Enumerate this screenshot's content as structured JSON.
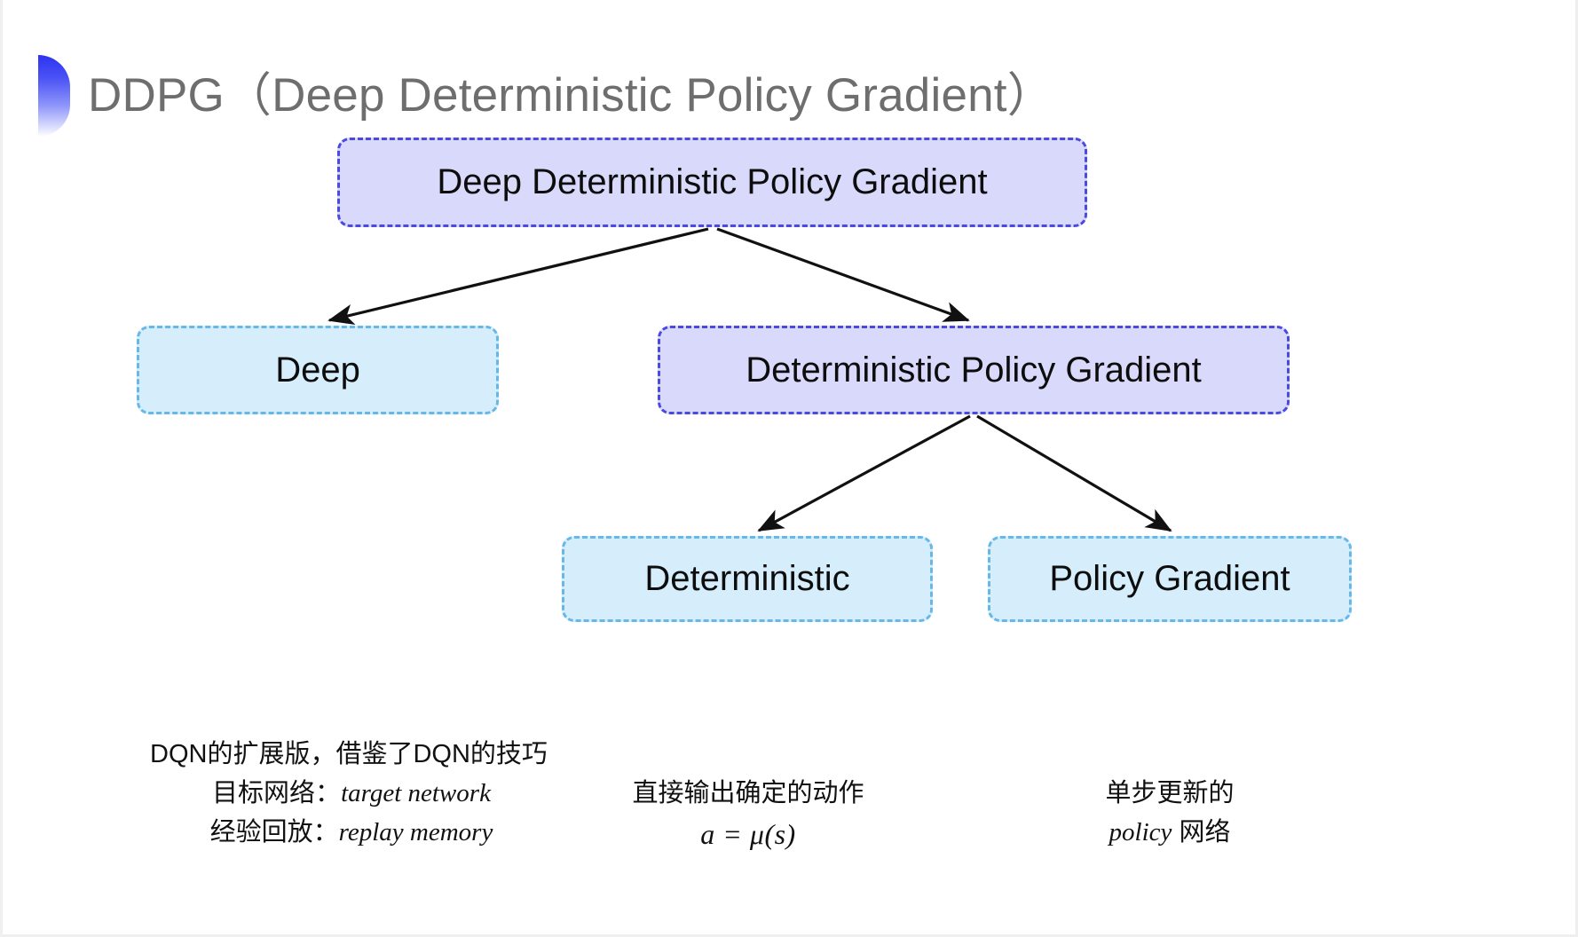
{
  "slide": {
    "title": "DDPG（Deep Deterministic Policy Gradient）",
    "bullet_icon": "half-circle-gradient-icon",
    "background_color": "#ffffff",
    "title_color": "#6e6e6e",
    "accent_color": "#2d33f0"
  },
  "palette": {
    "purple_fill": "#d9d9fb",
    "purple_border": "#4a4ae0",
    "cyan_fill": "#d6eefc",
    "cyan_border": "#66b8e8",
    "arrow_color": "#1a1a1a"
  },
  "diagram": {
    "type": "tree",
    "nodes": [
      {
        "id": "root",
        "label": "Deep Deterministic Policy Gradient",
        "style": "purple"
      },
      {
        "id": "deep",
        "label": "Deep",
        "style": "cyan"
      },
      {
        "id": "dpg",
        "label": "Deterministic Policy Gradient",
        "style": "purple"
      },
      {
        "id": "det",
        "label": "Deterministic",
        "style": "cyan"
      },
      {
        "id": "pg",
        "label": "Policy Gradient",
        "style": "cyan"
      }
    ],
    "edges": [
      {
        "from": "root",
        "to": "deep"
      },
      {
        "from": "root",
        "to": "dpg"
      },
      {
        "from": "dpg",
        "to": "det"
      },
      {
        "from": "dpg",
        "to": "pg"
      }
    ]
  },
  "captions": {
    "deep": {
      "line1": "DQN的扩展版，借鉴了DQN的技巧",
      "line2_label": "目标网络：",
      "line2_term": "target network",
      "line3_label": "经验回放：",
      "line3_term": "replay memory"
    },
    "deterministic": {
      "line1": "直接输出确定的动作",
      "formula": "a = μ(s)"
    },
    "policy_gradient": {
      "line1": "单步更新的",
      "line2_term": "policy",
      "line2_suffix": " 网络"
    }
  }
}
